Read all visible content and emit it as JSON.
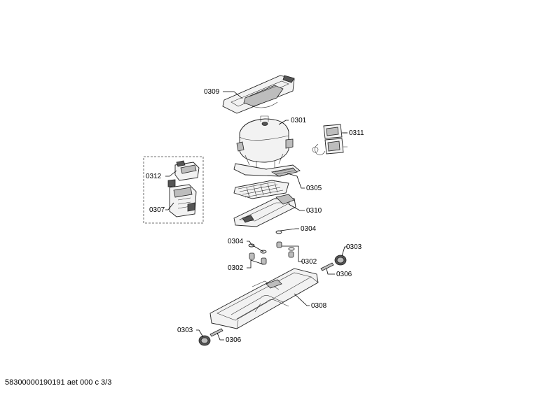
{
  "labels": {
    "p0301": "0301",
    "p0302_left": "0302",
    "p0302_right": "0302",
    "p0303_top": "0303",
    "p0303_bottom": "0303",
    "p0304_left": "0304",
    "p0304_right": "0304",
    "p0305": "0305",
    "p0306_top": "0306",
    "p0306_bottom": "0306",
    "p0307": "0307",
    "p0308": "0308",
    "p0309": "0309",
    "p0310": "0310",
    "p0311": "0311",
    "p0312": "0312"
  },
  "footer": "58300000190191 aet 000 c 3/3"
}
